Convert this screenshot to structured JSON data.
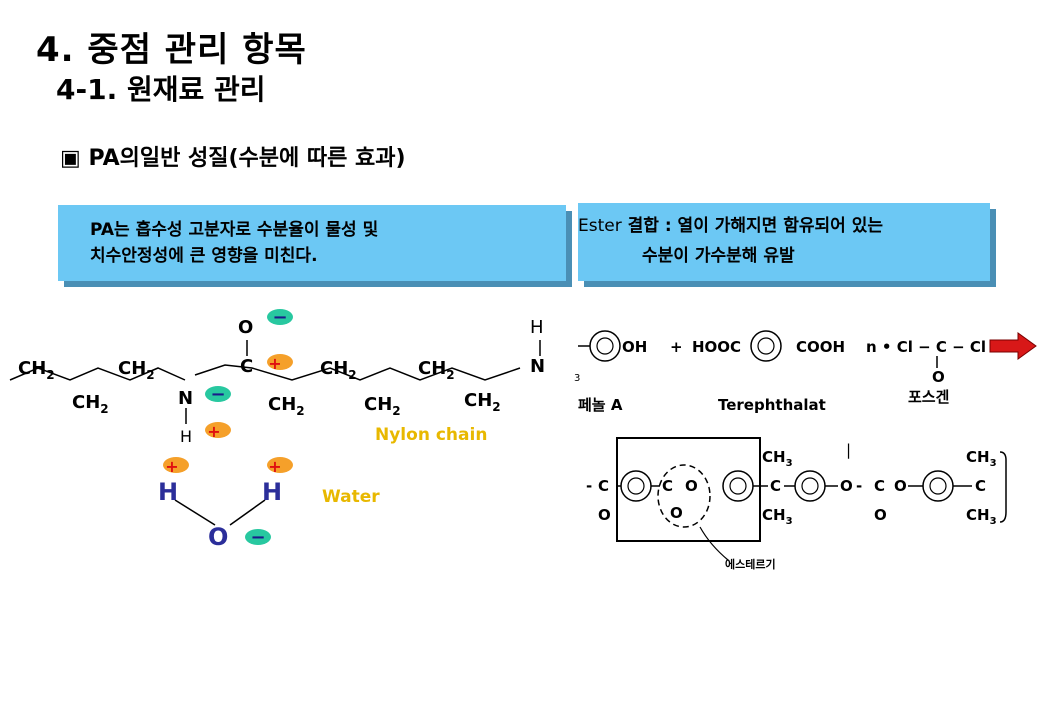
{
  "title": "4. 중점 관리 항목",
  "subtitle": "4-1. 원재료 관리",
  "section_marker": "▣",
  "section_title": "PA의일반 성질(수분에 따른 효과)",
  "box_left": {
    "line1": "PA는 흡수성 고분자로 수분율이 물성 및",
    "line2": "치수안정성에 큰 영향을 미친다."
  },
  "box_right": {
    "prefix": "Ester",
    "line1": " 결합 : 열이 가해지면 함유되어 있는",
    "line2": "수분이 가수분해 유발"
  },
  "nylon": {
    "ch2": "CH",
    "sub2": "2",
    "o": "O",
    "c": "C",
    "n": "N",
    "h": "H",
    "label": "Nylon chain",
    "plus": "+",
    "minus": "−"
  },
  "water": {
    "h": "H",
    "o": "O",
    "label": "Water"
  },
  "reaction": {
    "oh": "OH",
    "plus": "+",
    "hooc": "HOOC",
    "cooh": "COOH",
    "phosgene_formula": "n • Cl − C − Cl",
    "phosgene_o": "O",
    "label_bpa": "페놀 A",
    "label_tere": "Terephthalat",
    "label_phosgene": "포스겐"
  },
  "polymer": {
    "c": "C",
    "o": "O",
    "dash": "-",
    "ch3": "CH",
    "sub3": "3",
    "ester_label": "에스테르기",
    "sep": "|"
  },
  "colors": {
    "box": "#6cc8f4",
    "plus_bg": "#f5a02a",
    "minus_bg": "#28c8a0",
    "nylon_label": "#e8b800",
    "water_hetero": "#2b2e9a",
    "arrow": "#d81818"
  }
}
